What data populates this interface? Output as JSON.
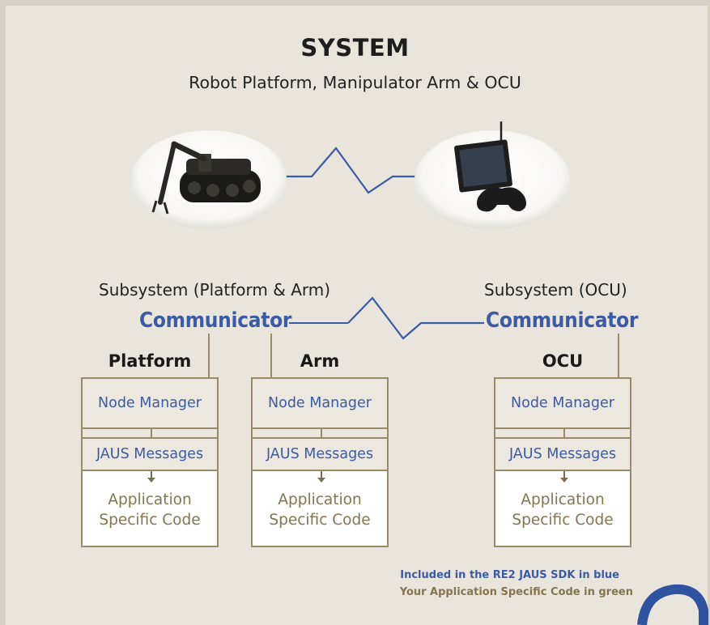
{
  "title": "SYSTEM",
  "subtitle": "Robot Platform, Manipulator Arm & OCU",
  "subsystems": {
    "left": {
      "label": "Subsystem (Platform & Arm)",
      "communicator": "Communicator"
    },
    "right": {
      "label": "Subsystem (OCU)",
      "communicator": "Communicator"
    }
  },
  "nodes": [
    {
      "title": "Platform",
      "node_manager": "Node Manager",
      "messages": "JAUS Messages",
      "app_line1": "Application",
      "app_line2": "Specific Code"
    },
    {
      "title": "Arm",
      "node_manager": "Node Manager",
      "messages": "JAUS Messages",
      "app_line1": "Application",
      "app_line2": "Specific Code"
    },
    {
      "title": "OCU",
      "node_manager": "Node Manager",
      "messages": "JAUS Messages",
      "app_line1": "Application",
      "app_line2": "Specific Code"
    }
  ],
  "legend": {
    "blue": "Included in the RE2 JAUS SDK in blue",
    "green": "Your Application Specific Code in green"
  },
  "colors": {
    "sdk_blue": "#3b5ba5",
    "app_olive": "#85754f",
    "border": "#9a8a66"
  },
  "images": {
    "left": "robot-platform-arm",
    "right": "ocu-display-controller"
  }
}
